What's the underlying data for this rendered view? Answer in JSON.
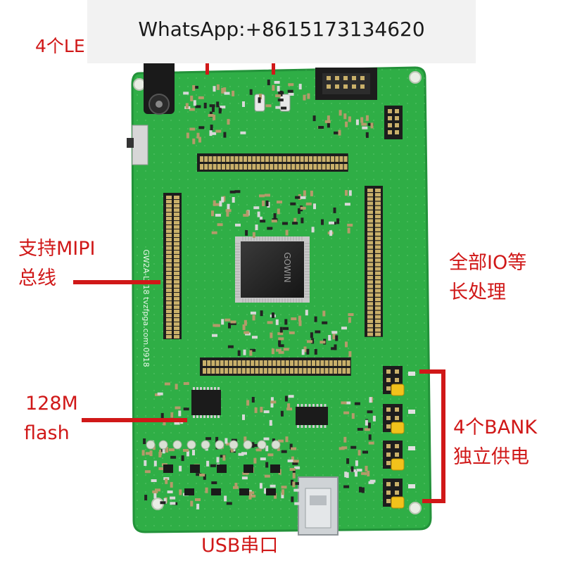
{
  "watermark": {
    "text": "WhatsApp:+8615173134620"
  },
  "labels": {
    "led": "4个LE",
    "mipi_line1": "支持MIPI",
    "mipi_line2": "总线",
    "flash_line1": "128M",
    "flash_line2": "flash",
    "io_line1": "全部IO等",
    "io_line2": "长处理",
    "bank_line1": "4个BANK",
    "bank_line2": "独立供电",
    "usb": "USB串口"
  },
  "chip_marking": "GOWIN",
  "silk_vertical": "GW2A-LV18 tvzfpga.com.0918",
  "colors": {
    "pcb": "#2fae46",
    "pcb_edge": "#23923a",
    "label_red": "#d01818",
    "header_black": "#1d1d1d",
    "pin_gold": "#c9b06a"
  }
}
